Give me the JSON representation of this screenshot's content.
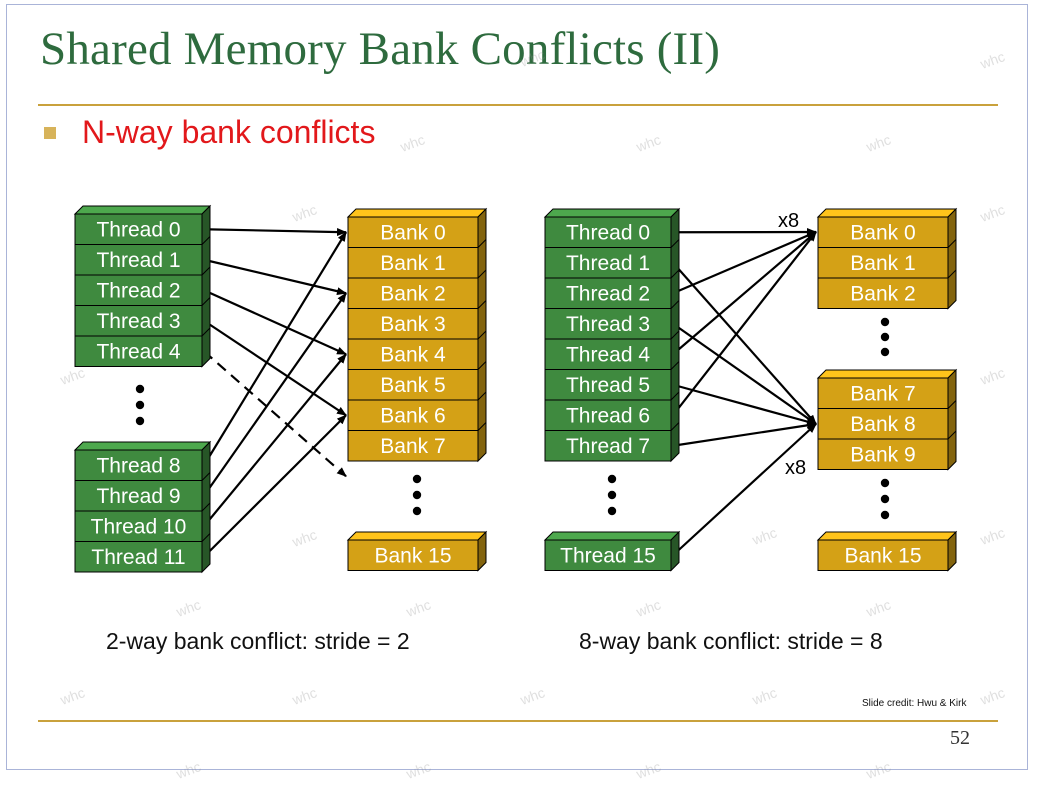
{
  "slide": {
    "title": "Shared Memory Bank Conflicts (II)",
    "bullet": "N-way bank conflicts",
    "credit": "Slide credit: Hwu & Kirk",
    "page_number": "52",
    "watermark": "whc",
    "colors": {
      "title": "#2e6b3e",
      "bullet_text": "#e2181b",
      "rule": "#c9a13c",
      "thread_box": "#3f8a3f",
      "bank_box": "#d4a116"
    }
  },
  "left_diagram": {
    "caption": "2-way bank conflict: stride = 2",
    "threads_top": [
      "Thread 0",
      "Thread 1",
      "Thread 2",
      "Thread 3",
      "Thread 4"
    ],
    "threads_bottom": [
      "Thread 8",
      "Thread 9",
      "Thread 10",
      "Thread 11"
    ],
    "banks_top": [
      "Bank 0",
      "Bank 1",
      "Bank 2",
      "Bank 3",
      "Bank 4",
      "Bank 5",
      "Bank 6",
      "Bank 7"
    ],
    "bank_last": "Bank 15",
    "mapping": [
      {
        "thread": "Thread 0",
        "bank": "Bank 0"
      },
      {
        "thread": "Thread 1",
        "bank": "Bank 2"
      },
      {
        "thread": "Thread 2",
        "bank": "Bank 4"
      },
      {
        "thread": "Thread 3",
        "bank": "Bank 6"
      },
      {
        "thread": "Thread 4",
        "bank": "Bank 8",
        "style": "dashed"
      },
      {
        "thread": "Thread 8",
        "bank": "Bank 0"
      },
      {
        "thread": "Thread 9",
        "bank": "Bank 2"
      },
      {
        "thread": "Thread 10",
        "bank": "Bank 4"
      },
      {
        "thread": "Thread 11",
        "bank": "Bank 6"
      }
    ]
  },
  "right_diagram": {
    "caption": "8-way bank conflict: stride = 8",
    "threads": [
      "Thread 0",
      "Thread 1",
      "Thread 2",
      "Thread 3",
      "Thread 4",
      "Thread 5",
      "Thread 6",
      "Thread 7"
    ],
    "thread_last": "Thread 15",
    "banks_top": [
      "Bank 0",
      "Bank 1",
      "Bank 2"
    ],
    "banks_mid": [
      "Bank 7",
      "Bank 8",
      "Bank 9"
    ],
    "bank_last": "Bank 15",
    "multiplicity_top": "x8",
    "multiplicity_bottom": "x8",
    "mapping": [
      {
        "thread": "Thread 0",
        "bank": "Bank 0"
      },
      {
        "thread": "Thread 1",
        "bank": "Bank 8"
      },
      {
        "thread": "Thread 2",
        "bank": "Bank 0"
      },
      {
        "thread": "Thread 3",
        "bank": "Bank 8"
      },
      {
        "thread": "Thread 4",
        "bank": "Bank 0"
      },
      {
        "thread": "Thread 5",
        "bank": "Bank 8"
      },
      {
        "thread": "Thread 6",
        "bank": "Bank 0"
      },
      {
        "thread": "Thread 7",
        "bank": "Bank 8"
      },
      {
        "thread": "Thread 15",
        "bank": "Bank 8"
      }
    ]
  }
}
